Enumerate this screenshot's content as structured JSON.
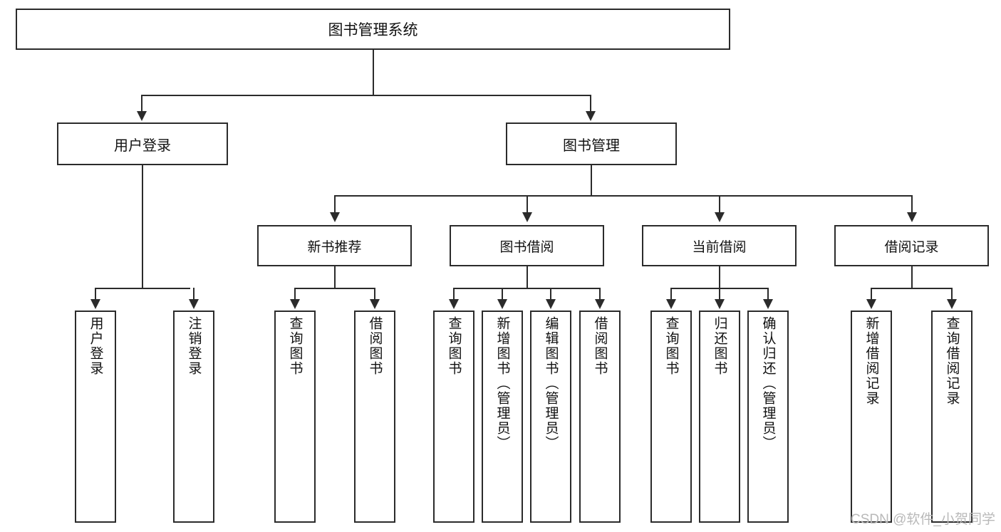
{
  "diagram": {
    "title": "图书管理系统",
    "type": "功能结构图",
    "root": {
      "label": "图书管理系统"
    },
    "level2": [
      {
        "label": "用户登录"
      },
      {
        "label": "图书管理"
      }
    ],
    "level3": [
      {
        "label": "新书推荐"
      },
      {
        "label": "图书借阅"
      },
      {
        "label": "当前借阅"
      },
      {
        "label": "借阅记录"
      }
    ],
    "leaves": {
      "user_login": [
        {
          "label": "用户登录"
        },
        {
          "label": "注销登录"
        }
      ],
      "new_book_recommend": [
        {
          "label": "查询图书"
        },
        {
          "label": "借阅图书"
        }
      ],
      "book_borrow": [
        {
          "label": "查询图书"
        },
        {
          "label": "新增图书（管理员）"
        },
        {
          "label": "编辑图书（管理员）"
        },
        {
          "label": "借阅图书"
        }
      ],
      "current_borrow": [
        {
          "label": "查询图书"
        },
        {
          "label": "归还图书"
        },
        {
          "label": "确认归还（管理员）"
        }
      ],
      "borrow_record": [
        {
          "label": "新增借阅记录"
        },
        {
          "label": "查询借阅记录"
        }
      ]
    }
  },
  "watermark": {
    "text": "CSDN @软件_小贺同学"
  },
  "colors": {
    "stroke": "#2b2b2b",
    "fill": "#ffffff",
    "text": "#111111",
    "watermark": "#b9b9b9"
  }
}
